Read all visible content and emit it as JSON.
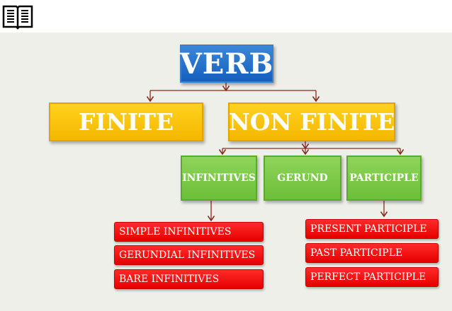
{
  "header": {
    "icon": "open-book-icon"
  },
  "diagram": {
    "root": "VERB",
    "level1": {
      "finite": "FINITE",
      "non_finite": "NON FINITE"
    },
    "non_finite_children": {
      "infinitives": "INFINITIVES",
      "gerund": "GERUND",
      "participle": "PARTICIPLE"
    },
    "infinitive_types": [
      "SIMPLE INFINITIVES",
      "GERUNDIAL INFINITIVES",
      "BARE INFINITIVES"
    ],
    "participle_types": [
      "PRESENT PARTICIPLE",
      "PAST PARTICIPLE",
      "PERFECT PARTICIPLE"
    ]
  },
  "colors": {
    "background": "#efefe9",
    "root": "#1560bd",
    "level1": "#f5b700",
    "level2": "#6cbf38",
    "leaf": "#e60000",
    "connector": "#8b2a1c"
  }
}
